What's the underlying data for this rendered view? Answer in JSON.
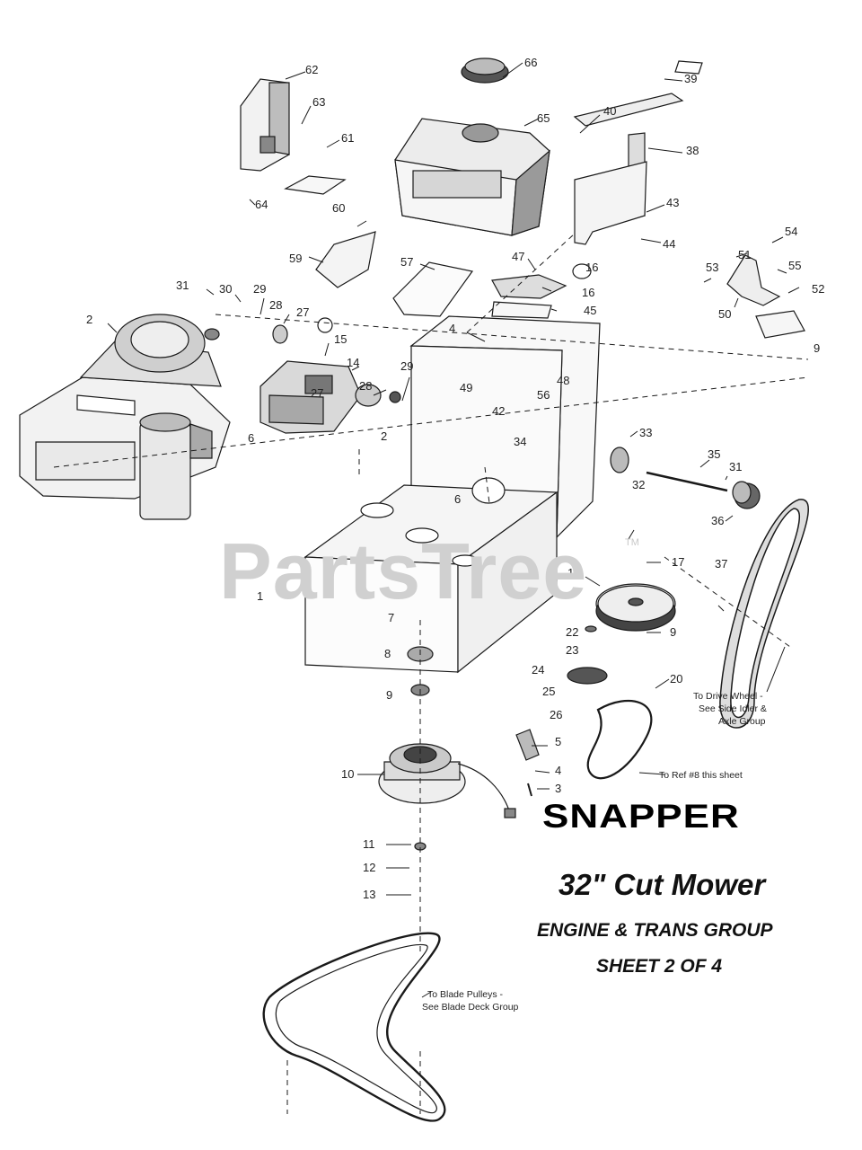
{
  "brand": "SNAPPER",
  "model": "32\" Cut Mower",
  "group_title": "ENGINE & TRANS GROUP",
  "sheet": "SHEET 2 OF 4",
  "watermark": "PartsTree",
  "watermark_mark": "TM",
  "notes": {
    "drive_wheel_1": "To Drive Wheel -",
    "drive_wheel_2": "See Side Idler &",
    "drive_wheel_3": "Axle Group",
    "ref8": "To Ref #8 this sheet",
    "blade_1": "To Blade Pulleys -",
    "blade_2": "See Blade Deck Group"
  },
  "callouts": [
    {
      "id": "c66",
      "text": "66"
    },
    {
      "id": "c62",
      "text": "62"
    },
    {
      "id": "c63",
      "text": "63"
    },
    {
      "id": "c39",
      "text": "39"
    },
    {
      "id": "c65",
      "text": "65"
    },
    {
      "id": "c40",
      "text": "40"
    },
    {
      "id": "c38",
      "text": "38"
    },
    {
      "id": "c61",
      "text": "61"
    },
    {
      "id": "c64",
      "text": "64"
    },
    {
      "id": "c43",
      "text": "43"
    },
    {
      "id": "c60",
      "text": "60"
    },
    {
      "id": "c44",
      "text": "44"
    },
    {
      "id": "c54",
      "text": "54"
    },
    {
      "id": "c51",
      "text": "51"
    },
    {
      "id": "c55",
      "text": "55"
    },
    {
      "id": "c53",
      "text": "53"
    },
    {
      "id": "c52",
      "text": "52"
    },
    {
      "id": "c50",
      "text": "50"
    },
    {
      "id": "c59",
      "text": "59"
    },
    {
      "id": "c57",
      "text": "57"
    },
    {
      "id": "c47",
      "text": "47"
    },
    {
      "id": "c16a",
      "text": "16"
    },
    {
      "id": "c16b",
      "text": "16"
    },
    {
      "id": "c45",
      "text": "45"
    },
    {
      "id": "c31",
      "text": "31"
    },
    {
      "id": "c30",
      "text": "30"
    },
    {
      "id": "c29",
      "text": "29"
    },
    {
      "id": "c28",
      "text": "28"
    },
    {
      "id": "c27",
      "text": "27"
    },
    {
      "id": "c2a",
      "text": "2"
    },
    {
      "id": "c4a",
      "text": "4"
    },
    {
      "id": "c9a",
      "text": "9"
    },
    {
      "id": "c15",
      "text": "15"
    },
    {
      "id": "c14",
      "text": "14"
    },
    {
      "id": "c49",
      "text": "49"
    },
    {
      "id": "c48",
      "text": "48"
    },
    {
      "id": "c56",
      "text": "56"
    },
    {
      "id": "c42",
      "text": "42"
    },
    {
      "id": "c29b",
      "text": "29"
    },
    {
      "id": "c28b",
      "text": "28"
    },
    {
      "id": "c27b",
      "text": "27"
    },
    {
      "id": "c2b",
      "text": "2"
    },
    {
      "id": "c6a",
      "text": "6"
    },
    {
      "id": "c34",
      "text": "34"
    },
    {
      "id": "c33",
      "text": "33"
    },
    {
      "id": "c35",
      "text": "35"
    },
    {
      "id": "c31b",
      "text": "31"
    },
    {
      "id": "c32",
      "text": "32"
    },
    {
      "id": "c6b",
      "text": "6"
    },
    {
      "id": "c36",
      "text": "36"
    },
    {
      "id": "c37",
      "text": "37"
    },
    {
      "id": "c17",
      "text": "17"
    },
    {
      "id": "c18",
      "text": "18"
    },
    {
      "id": "c1",
      "text": "1"
    },
    {
      "id": "c7",
      "text": "7"
    },
    {
      "id": "c9b",
      "text": "9"
    },
    {
      "id": "c22",
      "text": "22"
    },
    {
      "id": "c8",
      "text": "8"
    },
    {
      "id": "c23",
      "text": "23"
    },
    {
      "id": "c24",
      "text": "24"
    },
    {
      "id": "c20",
      "text": "20"
    },
    {
      "id": "c9c",
      "text": "9"
    },
    {
      "id": "c25",
      "text": "25"
    },
    {
      "id": "c26",
      "text": "26"
    },
    {
      "id": "c5",
      "text": "5"
    },
    {
      "id": "c10",
      "text": "10"
    },
    {
      "id": "c4b",
      "text": "4"
    },
    {
      "id": "c3",
      "text": "3"
    },
    {
      "id": "c11",
      "text": "11"
    },
    {
      "id": "c12",
      "text": "12"
    },
    {
      "id": "c13",
      "text": "13"
    }
  ],
  "colors": {
    "ink": "#1a1a1a",
    "watermark": "#d0d0d0",
    "shade": "#8a8a8a",
    "light": "#e6e6e6"
  }
}
